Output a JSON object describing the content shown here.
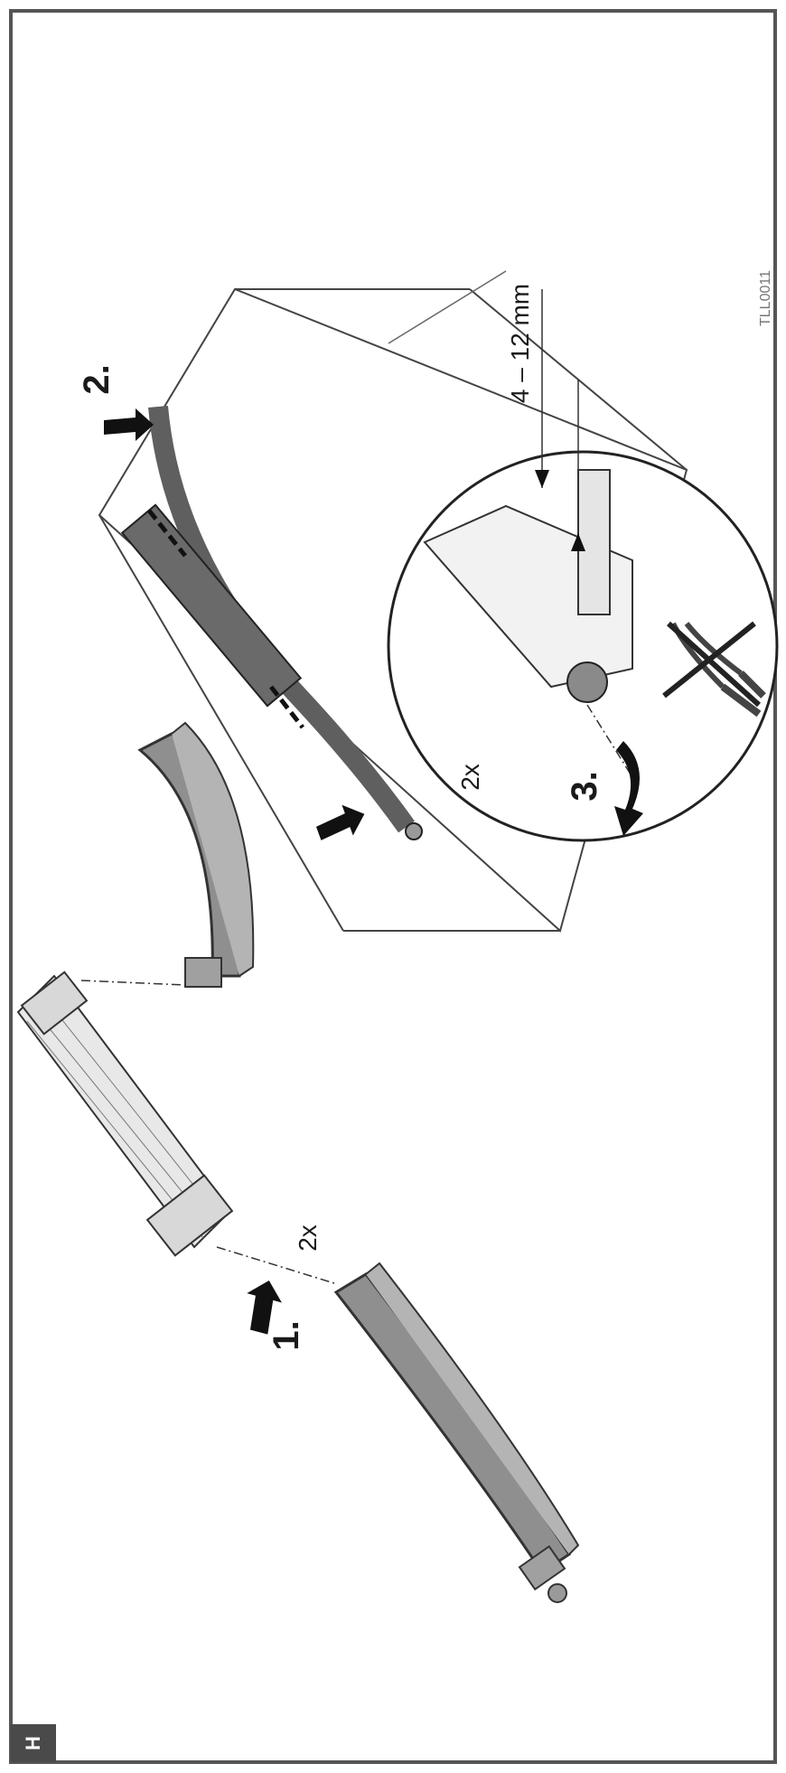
{
  "section_label": "H",
  "drawing_code": "TLL0011",
  "steps": {
    "step1": "1.",
    "step2": "2.",
    "step3": "3."
  },
  "counts": {
    "endcaps": "2x",
    "knobs": "2x"
  },
  "dimension": "4 – 12 mm",
  "colors": {
    "border": "#555555",
    "part_gray": "#8f8f8f",
    "part_dark": "#5f5f5f",
    "line": "#333333",
    "tab_bg": "#4a4a4a"
  },
  "icons": [
    "push-arrow-icon",
    "slide-arrow-icon",
    "rotate-arrow-icon",
    "no-pliers-icon",
    "dimension-arrow-icon"
  ]
}
